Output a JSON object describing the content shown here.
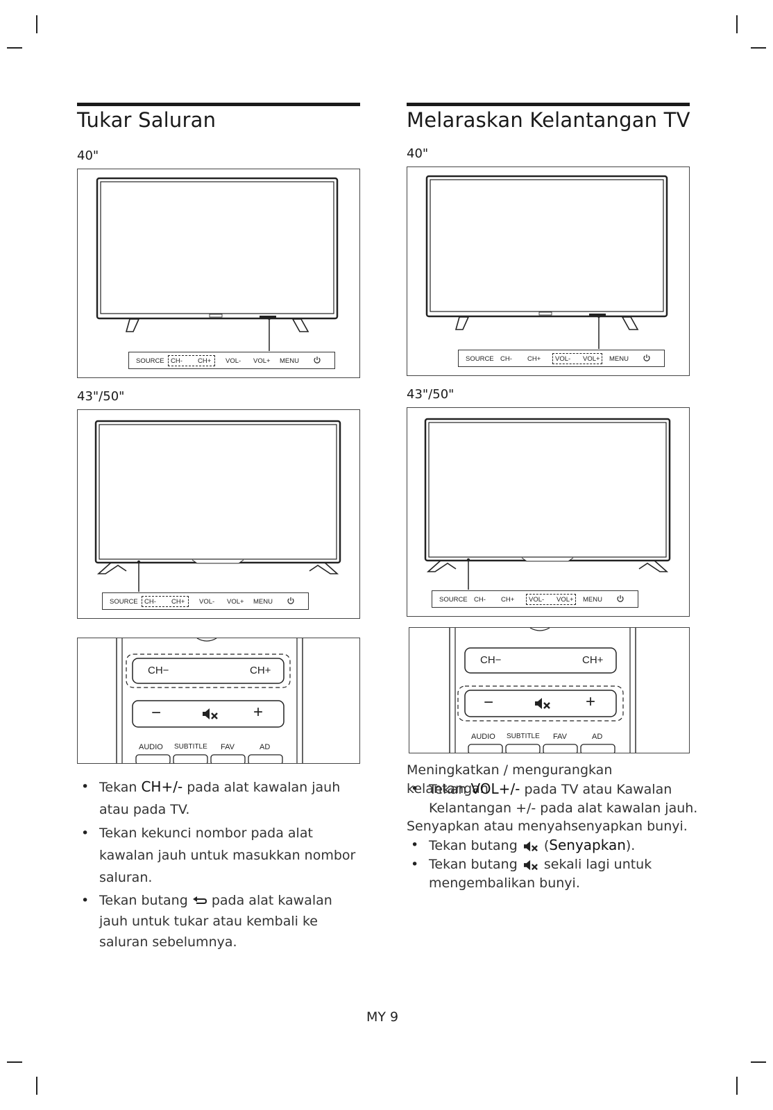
{
  "left": {
    "title": "Tukar Saluran",
    "size_a": "40\"",
    "size_b": "43\"/50\"",
    "bar_buttons": {
      "source": "SOURCE",
      "chm": "CH-",
      "chp": "CH+",
      "volm": "VOL-",
      "volp": "VOL+",
      "menu": "MENU"
    },
    "remote": {
      "ch_minus": "CH−",
      "ch_plus": "CH+",
      "minus": "−",
      "plus": "+",
      "audio": "AUDIO",
      "subtitle": "SUBTITLE",
      "fav": "FAV",
      "ad": "AD"
    },
    "bullet1": {
      "pre": "Tekan ",
      "key": "CH+/-",
      "post": " pada alat kawalan jauh atau pada TV."
    },
    "bullet2": "Tekan kekunci nombor pada alat kawalan jauh untuk masukkan nombor saluran.",
    "bullet3": {
      "pre": "Tekan butang ",
      "post": " pada alat kawalan jauh untuk tukar atau kembali ke saluran sebelumnya."
    }
  },
  "right": {
    "title": "Melaraskan Kelantangan TV",
    "size_a": "40\"",
    "size_b": "43\"/50\"",
    "bar_buttons": {
      "source": "SOURCE",
      "chm": "CH-",
      "chp": "CH+",
      "volm": "VOL-",
      "volp": "VOL+",
      "menu": "MENU"
    },
    "remote": {
      "ch_minus": "CH−",
      "ch_plus": "CH+",
      "minus": "−",
      "plus": "+",
      "audio": "AUDIO",
      "subtitle": "SUBTITLE",
      "fav": "FAV",
      "ad": "AD"
    },
    "para1": "Meningkatkan / mengurangkan kelantangan",
    "bullet1": {
      "pre": "Tekan ",
      "key": "VOL+/-",
      "post": " pada TV atau Kawalan Kelantangan +/- pada alat kawalan jauh."
    },
    "para2": "Senyapkan atau menyahsenyapkan bunyi.",
    "bullet2": {
      "pre": "Tekan butang ",
      "paren_open": " (",
      "key": "Senyapkan",
      "paren_close": ")."
    },
    "bullet3": {
      "pre": "Tekan butang ",
      "post": " sekali lagi untuk mengembalikan bunyi."
    }
  },
  "footer": "MY 9"
}
